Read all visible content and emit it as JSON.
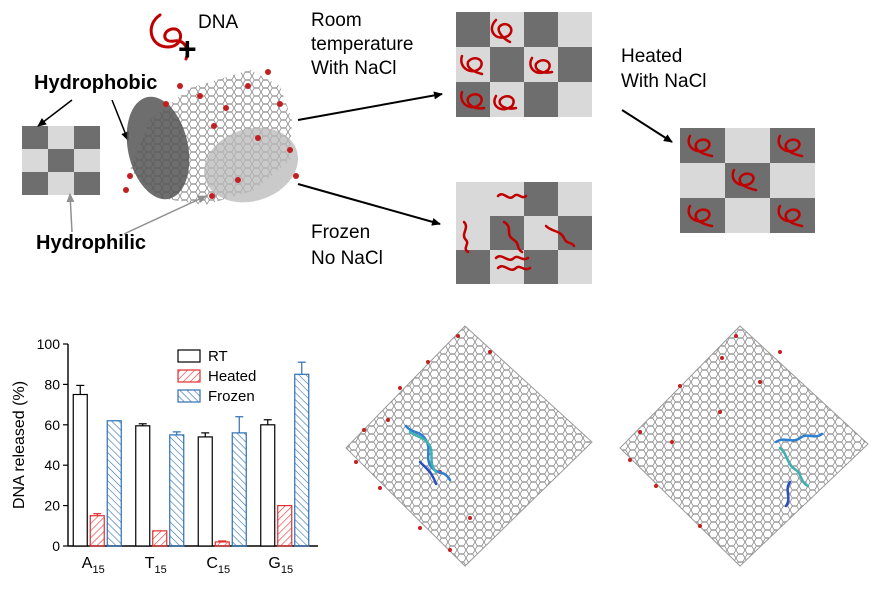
{
  "labels": {
    "dna": "DNA",
    "plus": "+",
    "hydrophobic": "Hydrophobic",
    "hydrophilic": "Hydrophilic",
    "room_line1": "Room",
    "room_line2": "temperature",
    "room_line3": "With NaCl",
    "heated_line1": "Heated",
    "heated_line2": "With NaCl",
    "frozen_line1": "Frozen",
    "frozen_line2": "No NaCl"
  },
  "colors": {
    "dark_tile": "#6e6e6e",
    "light_tile": "#d9d9d9",
    "dna_strand": "#c00000",
    "heated_bar": "#e03030",
    "frozen_bar": "#2e6fb5"
  },
  "chart_data": {
    "type": "bar",
    "categories": [
      "A",
      "T",
      "C",
      "G"
    ],
    "category_subscripts": [
      "15",
      "15",
      "15",
      "15"
    ],
    "ylabel": "DNA released (%)",
    "xlabel": "",
    "ylim": [
      0,
      100
    ],
    "yticks": [
      0,
      20,
      40,
      60,
      80,
      100
    ],
    "legend_position": "top-right",
    "series": [
      {
        "name": "RT",
        "values": [
          75,
          59.5,
          54,
          60
        ],
        "errors": [
          4.5,
          1,
          2,
          2.5
        ],
        "style": "open"
      },
      {
        "name": "Heated",
        "values": [
          15,
          7.5,
          2,
          20
        ],
        "errors": [
          1,
          0,
          0.5,
          0
        ],
        "style": "red-hatch"
      },
      {
        "name": "Frozen",
        "values": [
          62,
          55,
          56,
          85
        ],
        "errors": [
          0,
          1.5,
          8,
          6
        ],
        "style": "blue-hatch"
      }
    ]
  }
}
